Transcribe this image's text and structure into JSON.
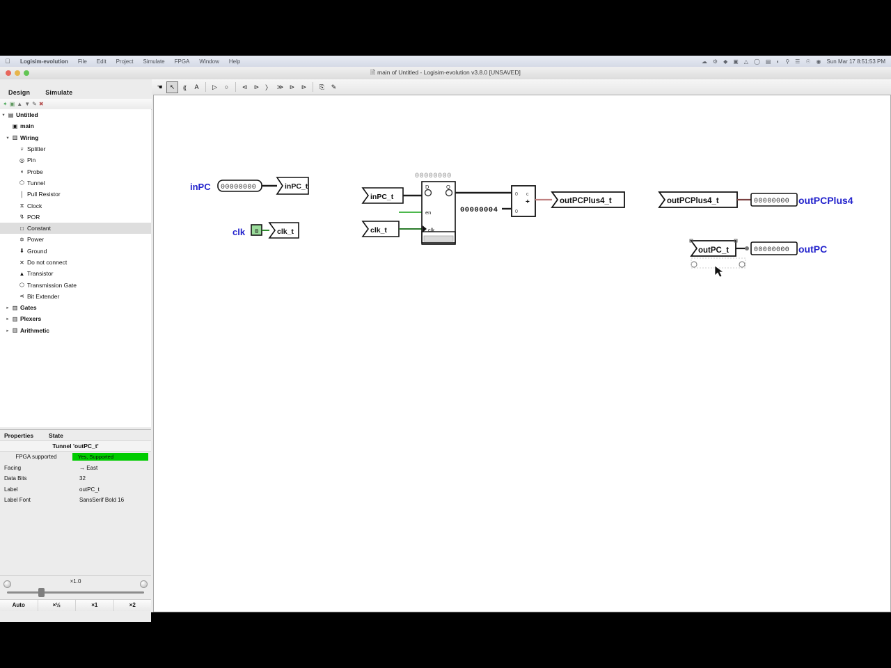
{
  "macbar": {
    "apple_icon": "apple-icon",
    "app_name": "Logisim-evolution",
    "menus": [
      "File",
      "Edit",
      "Project",
      "Simulate",
      "FPGA",
      "Window",
      "Help"
    ],
    "status_icons": [
      "cloud-icon",
      "bluetooth-icon",
      "dropbox-icon",
      "screen-icon",
      "arrow-icon",
      "clock-small-icon",
      "battery-icon",
      "wifi-icon",
      "search-icon",
      "control-center-icon",
      "user-icon",
      "siri-icon"
    ],
    "clock": "Sun Mar 17  8:51:53 PM"
  },
  "window": {
    "title": "main of Untitled - Logisim-evolution v3.8.0 [UNSAVED]",
    "title_icon": "window-doc-icon"
  },
  "sidebar": {
    "tabs": [
      {
        "label": "Design",
        "selected": true
      },
      {
        "label": "Simulate",
        "selected": false
      }
    ],
    "minibar_icons": [
      "add-circuit-icon",
      "add-folder-icon",
      "move-up-icon",
      "move-down-icon",
      "delete-icon",
      "rename-icon"
    ],
    "tree": [
      {
        "label": "Untitled",
        "icon": "project-icon",
        "indent": 0,
        "twisty": "▾",
        "bold": true,
        "selected": false
      },
      {
        "label": "main",
        "icon": "circuit-icon",
        "indent": 1,
        "twisty": "",
        "bold": true,
        "selected": false
      },
      {
        "label": "Wiring",
        "icon": "library-icon",
        "indent": 1,
        "twisty": "▾",
        "bold": true,
        "selected": false
      },
      {
        "label": "Splitter",
        "icon": "splitter-icon",
        "indent": 2,
        "twisty": "",
        "bold": false,
        "selected": false
      },
      {
        "label": "Pin",
        "icon": "pin-icon",
        "indent": 2,
        "twisty": "",
        "bold": false,
        "selected": false
      },
      {
        "label": "Probe",
        "icon": "probe-icon",
        "indent": 2,
        "twisty": "",
        "bold": false,
        "selected": false
      },
      {
        "label": "Tunnel",
        "icon": "tunnel-icon",
        "indent": 2,
        "twisty": "",
        "bold": false,
        "selected": false
      },
      {
        "label": "Pull Resistor",
        "icon": "pull-resistor-icon",
        "indent": 2,
        "twisty": "",
        "bold": false,
        "selected": false
      },
      {
        "label": "Clock",
        "icon": "clock-icon",
        "indent": 2,
        "twisty": "",
        "bold": false,
        "selected": false
      },
      {
        "label": "POR",
        "icon": "por-icon",
        "indent": 2,
        "twisty": "",
        "bold": false,
        "selected": false
      },
      {
        "label": "Constant",
        "icon": "constant-icon",
        "indent": 2,
        "twisty": "",
        "bold": false,
        "selected": true
      },
      {
        "label": "Power",
        "icon": "power-icon",
        "indent": 2,
        "twisty": "",
        "bold": false,
        "selected": false
      },
      {
        "label": "Ground",
        "icon": "ground-icon",
        "indent": 2,
        "twisty": "",
        "bold": false,
        "selected": false
      },
      {
        "label": "Do not connect",
        "icon": "do-not-connect-icon",
        "indent": 2,
        "twisty": "",
        "bold": false,
        "selected": false
      },
      {
        "label": "Transistor",
        "icon": "transistor-icon",
        "indent": 2,
        "twisty": "",
        "bold": false,
        "selected": false
      },
      {
        "label": "Transmission Gate",
        "icon": "transmission-gate-icon",
        "indent": 2,
        "twisty": "",
        "bold": false,
        "selected": false
      },
      {
        "label": "Bit Extender",
        "icon": "bit-extender-icon",
        "indent": 2,
        "twisty": "",
        "bold": false,
        "selected": false
      },
      {
        "label": "Gates",
        "icon": "library-icon",
        "indent": 1,
        "twisty": "▸",
        "bold": true,
        "selected": false
      },
      {
        "label": "Plexers",
        "icon": "library-icon",
        "indent": 1,
        "twisty": "▸",
        "bold": true,
        "selected": false
      },
      {
        "label": "Arithmetic",
        "icon": "library-icon",
        "indent": 1,
        "twisty": "▸",
        "bold": true,
        "selected": false
      }
    ]
  },
  "properties": {
    "tabs": [
      {
        "label": "Properties",
        "selected": true
      },
      {
        "label": "State",
        "selected": false
      }
    ],
    "title": "Tunnel 'outPC_t'",
    "rows": [
      {
        "key": "FPGA supported",
        "value": "Yes, Supported",
        "highlight": "#00cc00"
      },
      {
        "key": "Facing",
        "value": "→ East",
        "highlight": ""
      },
      {
        "key": "Data Bits",
        "value": "32",
        "highlight": ""
      },
      {
        "key": "Label",
        "value": "outPC_t",
        "highlight": ""
      },
      {
        "key": "Label Font",
        "value": "SansSerif Bold 16",
        "highlight": ""
      }
    ]
  },
  "zoom_control": {
    "level_label": "×1.0",
    "buttons": [
      "Auto",
      "×½",
      "×1",
      "×2"
    ]
  },
  "canvas_toolbar": {
    "tools": [
      {
        "icon": "poke-hand-icon",
        "glyph": "☚",
        "selected": false
      },
      {
        "icon": "select-arrow-icon",
        "glyph": "↖",
        "selected": true
      },
      {
        "icon": "wiring-tool-icon",
        "glyph": "⸨",
        "selected": false
      },
      {
        "icon": "text-tool-icon",
        "glyph": "A",
        "selected": false
      },
      {
        "icon": "input-pin-icon",
        "glyph": "▷",
        "selected": false
      },
      {
        "icon": "output-pin-icon",
        "glyph": "○",
        "selected": false
      },
      {
        "icon": "not-gate-icon",
        "glyph": "⊲",
        "selected": false
      },
      {
        "icon": "and-gate-icon",
        "glyph": "⊳",
        "selected": false
      },
      {
        "icon": "or-gate-icon",
        "glyph": "〉",
        "selected": false
      },
      {
        "icon": "xor-gate-icon",
        "glyph": "≫",
        "selected": false
      },
      {
        "icon": "nand-gate-icon",
        "glyph": "⊳",
        "selected": false
      },
      {
        "icon": "nor-gate-icon",
        "glyph": "⊳",
        "selected": false
      },
      {
        "icon": "add-circuit-icon",
        "glyph": "⎘",
        "selected": false
      },
      {
        "icon": "edit-circuit-icon",
        "glyph": "✎",
        "selected": false
      }
    ]
  },
  "circuit": {
    "labels": {
      "in_pc": "inPC",
      "clk": "clk",
      "out_pc_plus4": "outPCPlus4",
      "out_pc": "outPC"
    },
    "tunnels": {
      "in_pc_t": "inPC_t",
      "clk_t": "clk_t",
      "out_pc_plus4_t": "outPCPlus4_t",
      "out_pc_t": "outPC_t"
    },
    "values": {
      "in_pc_pin": "00000000",
      "clk_pin": "0",
      "register_value": "00000000",
      "constant_four": "00000004",
      "out_pc_plus4_pin": "00000000",
      "out_pc_pin": "00000000"
    },
    "register": {
      "d_label": "D",
      "q_label": "Q",
      "en_label": "en",
      "clk_label": "clk"
    },
    "colors": {
      "label_blue": "#2222cc",
      "wire_black": "#1a1a1a",
      "wire_green": "#2e8b2e",
      "wire_error": "#b05a5a",
      "value_gray": "#808080"
    }
  }
}
